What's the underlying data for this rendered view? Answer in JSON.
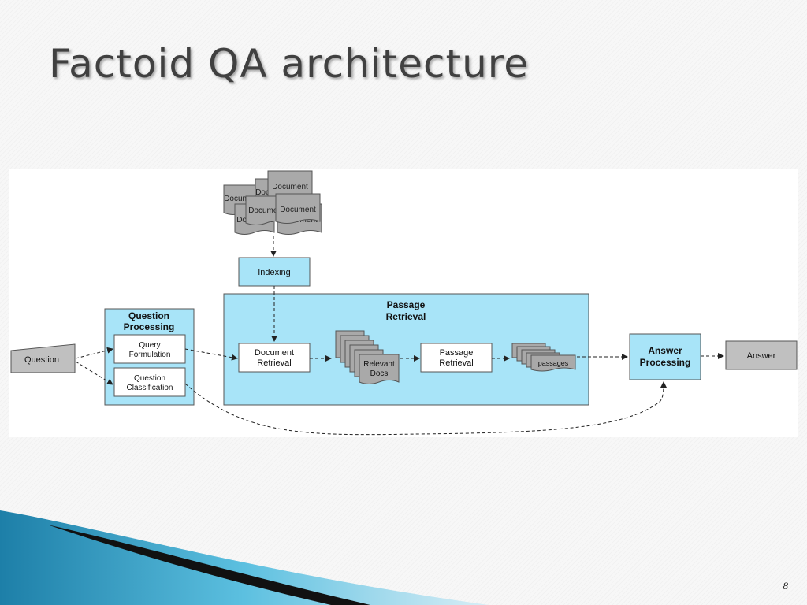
{
  "slide": {
    "title": "Factoid QA architecture",
    "page_number": "8"
  },
  "diagram": {
    "documents_stack": [
      "Document",
      "Document",
      "Document",
      "Document",
      "Document",
      "Document",
      "Document"
    ],
    "indexing": "Indexing",
    "question": "Question",
    "question_processing": "Question Processing",
    "query_formulation": "Query Formulation",
    "question_classification": "Question Classification",
    "passage_retrieval": "Passage Retrieval",
    "document_retrieval": "Document Retrieval",
    "relevant_docs": "Relevant Docs",
    "passage_retrieval_box": "Passage Retrieval",
    "passages": "passages",
    "answer_processing": "Answer Processing",
    "answer": "Answer"
  },
  "colors": {
    "light_blue": "#a8e4f8",
    "gray": "#c0c0c0",
    "doc_gray": "#a9a9a9",
    "border": "#555555",
    "teal_accent": "#2a9bc0"
  }
}
